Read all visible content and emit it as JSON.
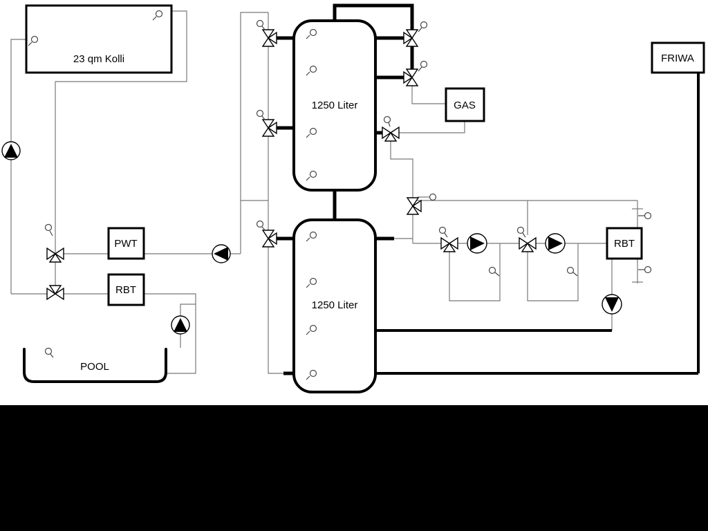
{
  "colors": {
    "canvas": "#ffffff",
    "letterbox": "#000000",
    "line": "#787878",
    "pipe": "#000000",
    "ink": "#000000"
  },
  "labels": {
    "collector": "23 qm Kolli",
    "tank_top": "1250 Liter",
    "tank_bottom": "1250 Liter",
    "gas": "GAS",
    "friwa": "FRIWA",
    "pwt": "PWT",
    "rbt_left": "RBT",
    "rbt_right": "RBT",
    "pool": "POOL"
  }
}
